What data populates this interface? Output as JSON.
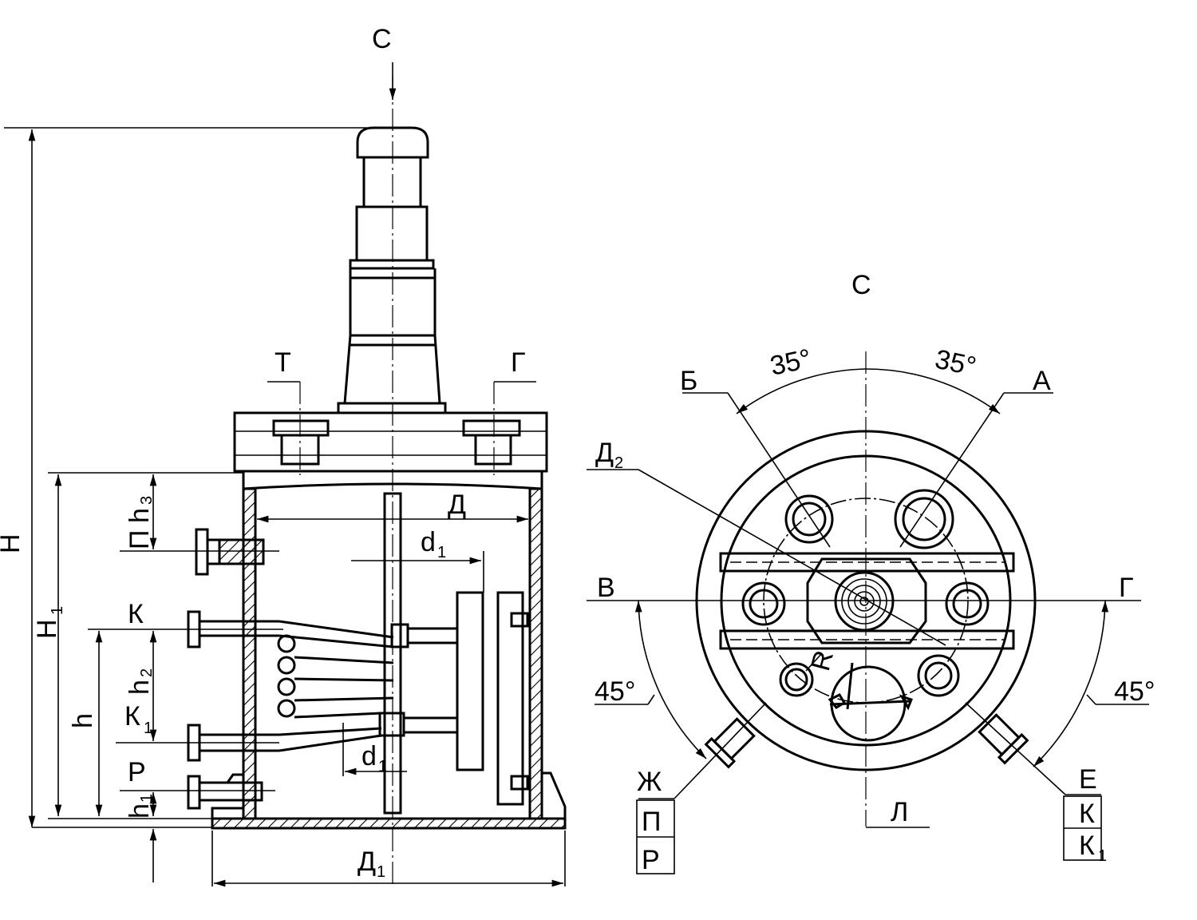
{
  "labels": {
    "C_top": "С",
    "H": "Н",
    "H1": "Н",
    "H1_sub": "1",
    "T": "Т",
    "G_left": "Г",
    "P_h3": "П",
    "h3": "h",
    "h3_sub": "3",
    "D": "Д",
    "d1": "d",
    "d1_sub": "1",
    "K": "К",
    "h2": "h",
    "h2_sub": "2",
    "h": "h",
    "K1": "К",
    "K1_sub": "1",
    "R_left": "Р",
    "h1": "h",
    "h1_sub": "1",
    "d1_low": "d",
    "d1_low_sub": "1",
    "D1": "Д",
    "D1_sub": "1",
    "C_right": "С",
    "B_cyr": "Б",
    "A_cyr": "А",
    "deg35_left": "35°",
    "deg35_right": "35°",
    "D2": "Д",
    "D2_sub": "2",
    "V": "В",
    "G_right": "Г",
    "deg45_left": "45°",
    "deg45_right": "45°",
    "R_radius": "R",
    "Zh": "Ж",
    "P_tbl": "П",
    "R_tbl": "Р",
    "E": "Е",
    "K_tbl": "К",
    "K1_tbl": "К",
    "K1_tbl_sub": "1",
    "L": "Л"
  }
}
